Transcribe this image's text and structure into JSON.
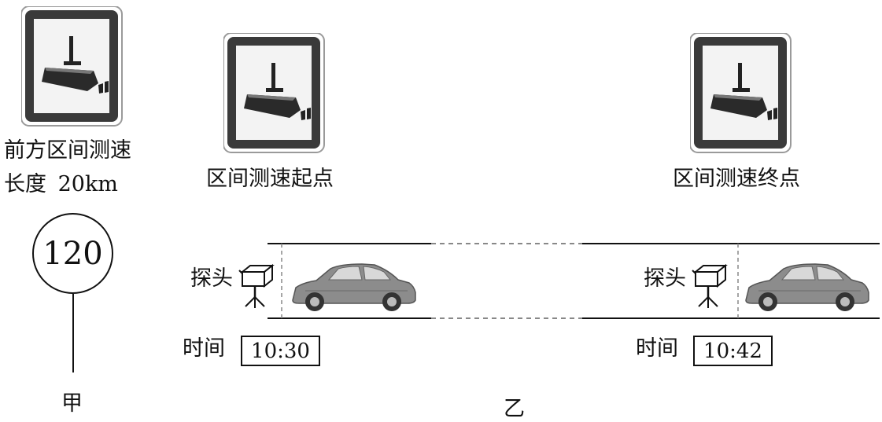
{
  "panel_a": {
    "sign_text_line1": "前方区间测速",
    "sign_text_line2": "长度",
    "length": "20km",
    "speed_limit": "120",
    "label": "甲"
  },
  "panel_b": {
    "start_label": "区间测速起点",
    "end_label": "区间测速终点",
    "probe_label_1": "探头",
    "probe_label_2": "探头",
    "time_label_1": "时间",
    "time_label_2": "时间",
    "time_start": "10:30",
    "time_end": "10:42",
    "label": "乙"
  },
  "icons": [
    "speed-camera-sign-icon",
    "camera-probe-icon",
    "car-icon"
  ],
  "colors": {
    "sign_frame": "#3a3a3a",
    "sign_inner": "#f2f2f2",
    "car_body": "#8a8a8a"
  }
}
